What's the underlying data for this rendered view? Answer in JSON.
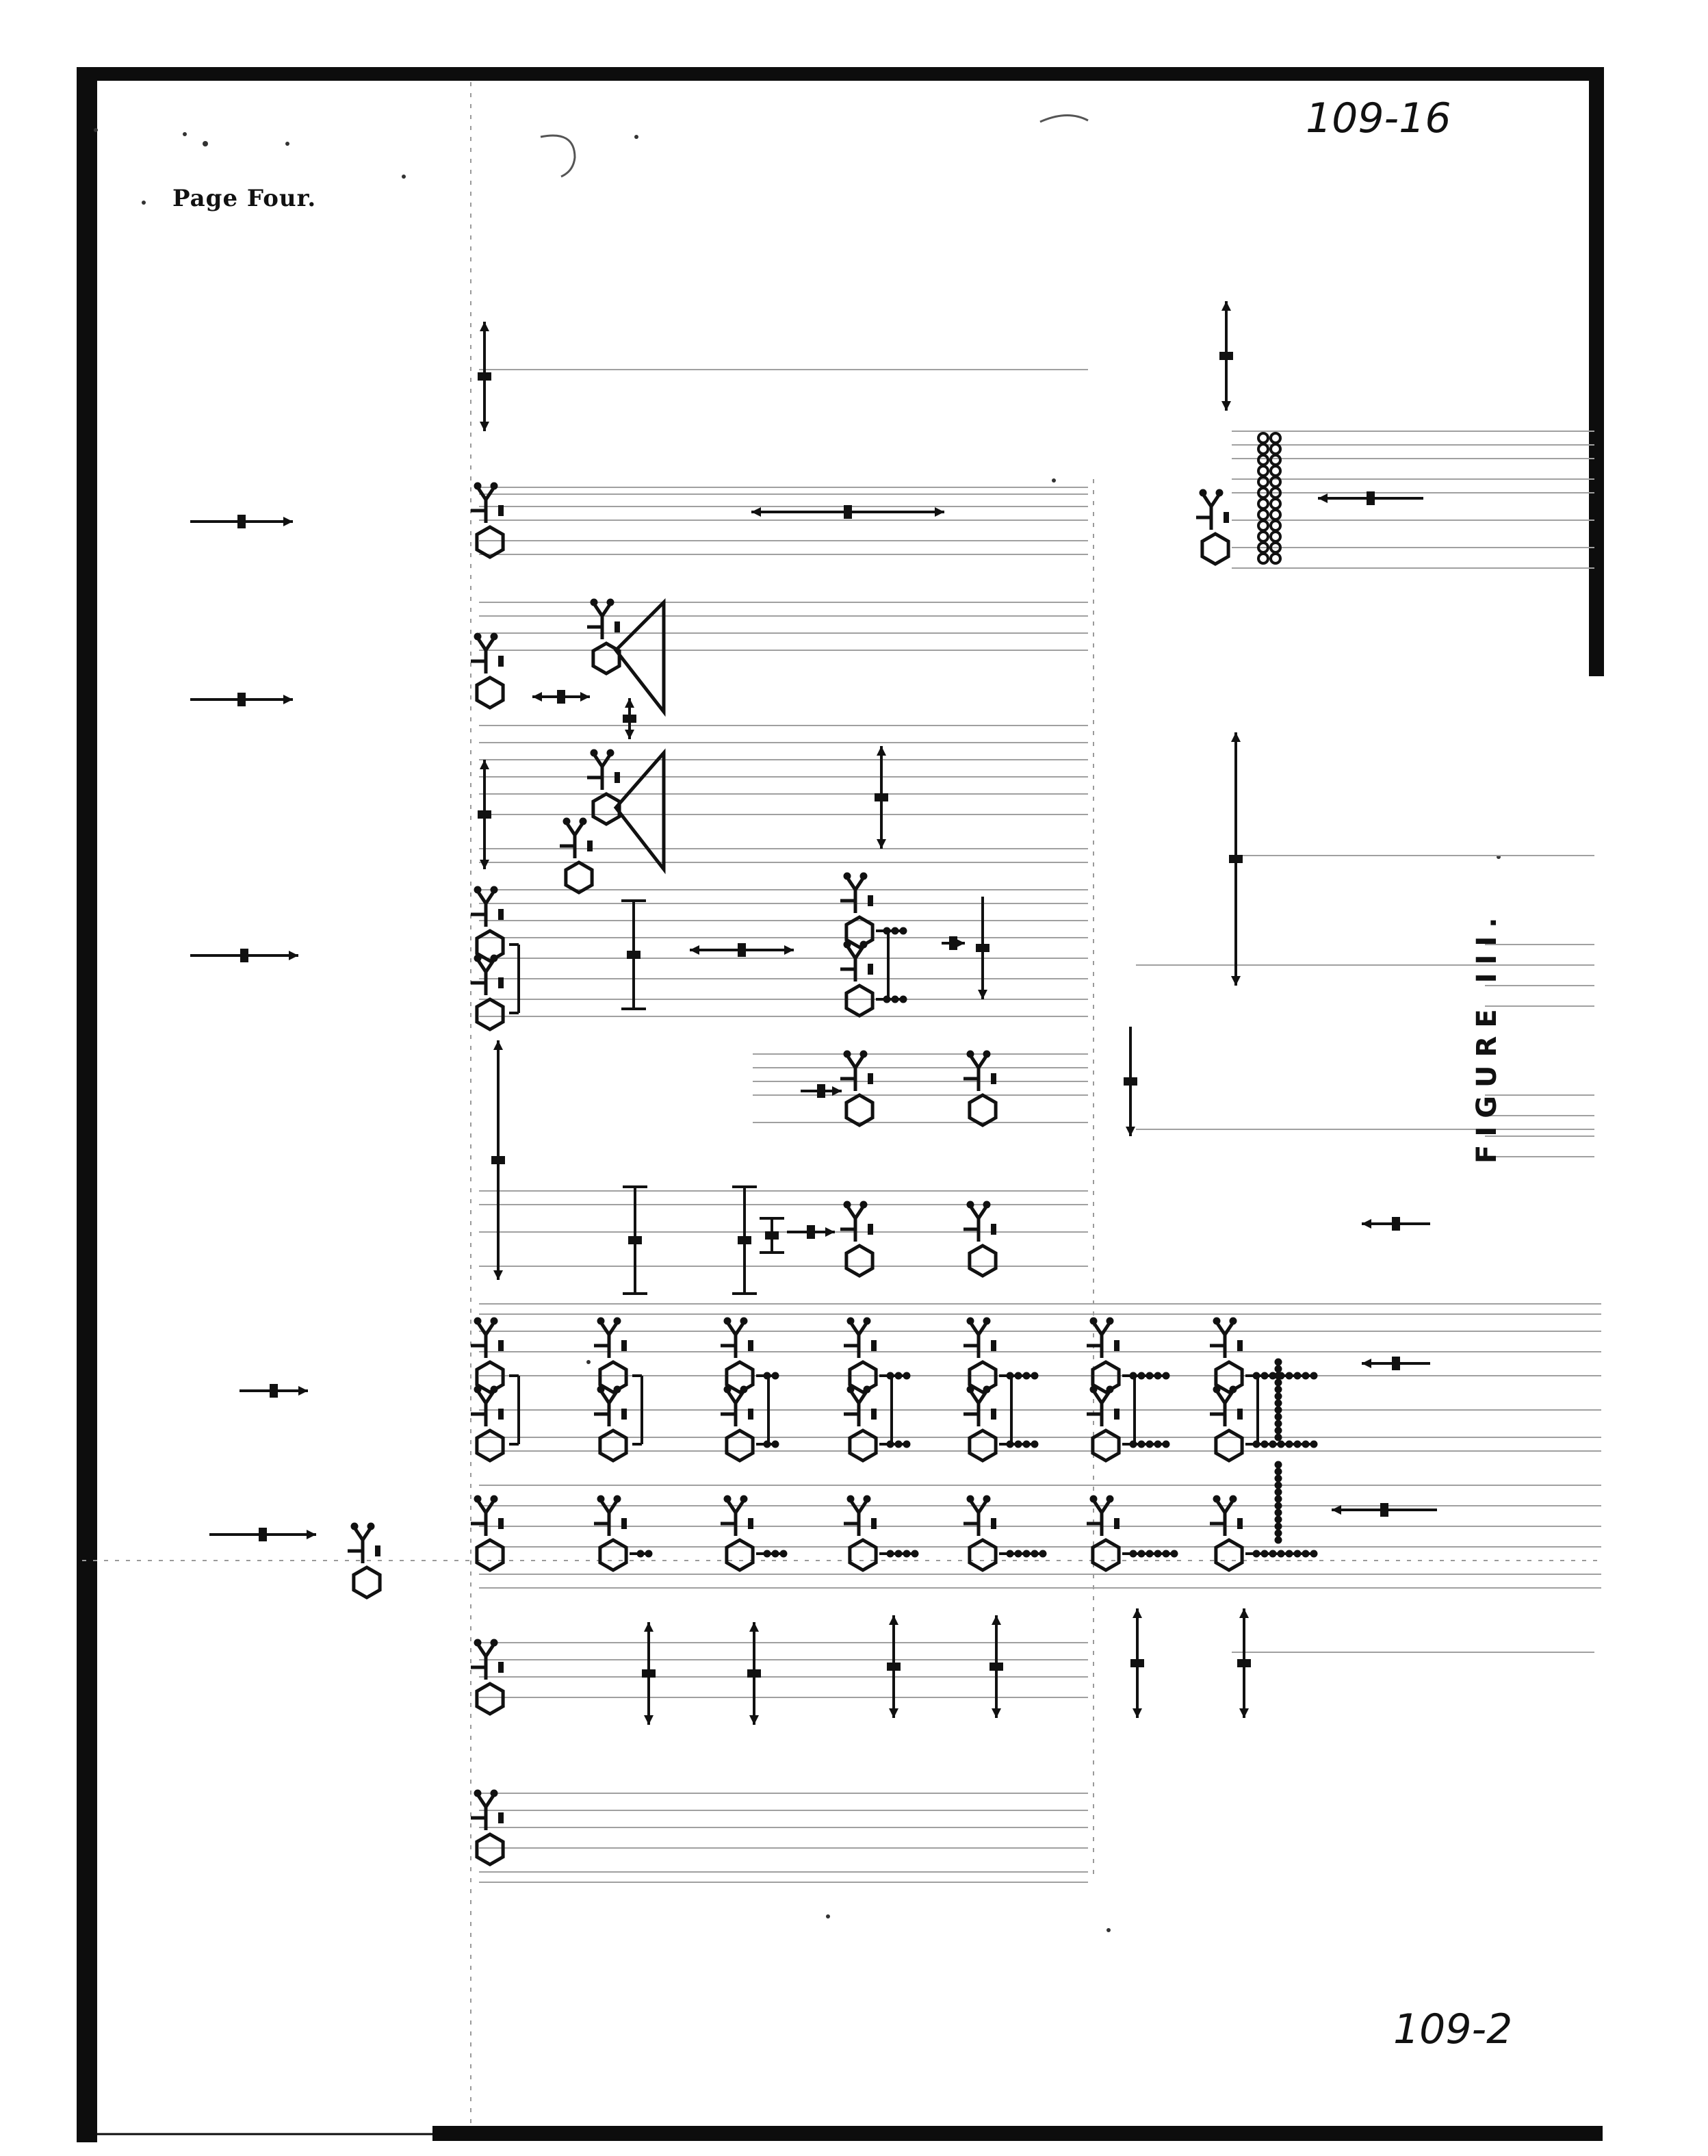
{
  "document": {
    "page_label": "Page Four.",
    "figure_label": "FIGURE III.",
    "handwritten_top": "109-16",
    "handwritten_bottom": "109-2"
  },
  "diagram": {
    "notes": [],
    "colors": {
      "ink": "#111111",
      "frame": "#0d0d0d",
      "guide": "#9a9a9a"
    }
  }
}
